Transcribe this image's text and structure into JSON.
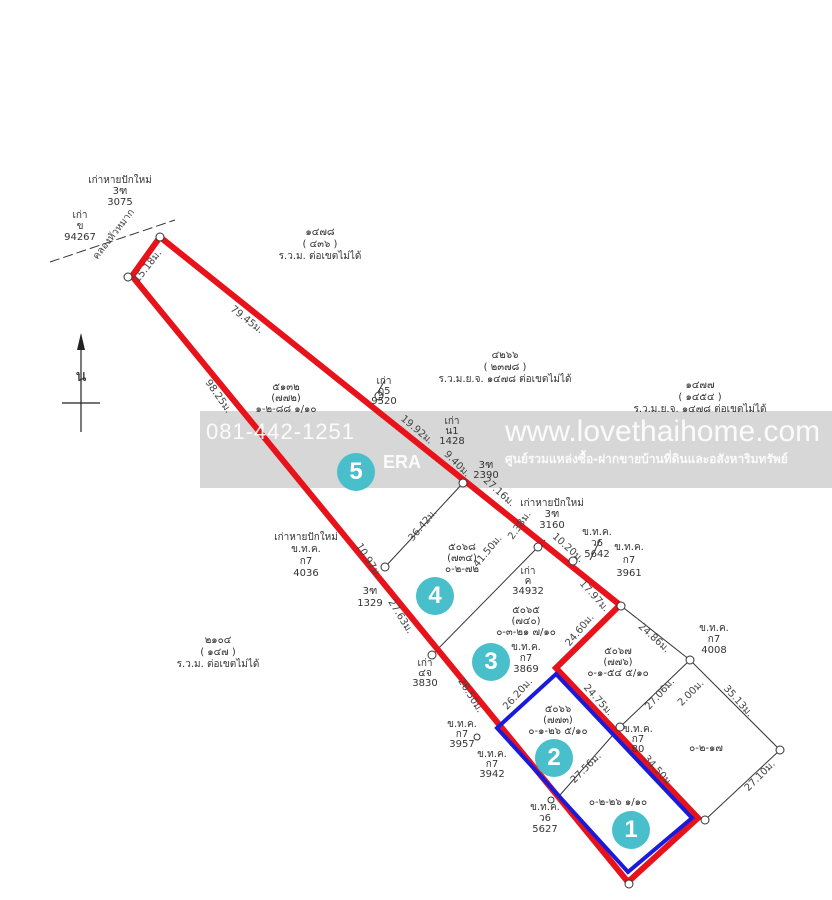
{
  "watermark": {
    "phone": "081-442-1251",
    "url": "www.lovethaihome.com",
    "subtitle": "ศูนย์รวมแหล่งซื้อ-ฝากขายบ้านที่ดินและอสังหาริมทรัพย์",
    "logo": "ERA"
  },
  "colors": {
    "plot_outline": "#e8121a",
    "selected_outline": "#1a1adc",
    "badge": "#48bfcb"
  },
  "plots": [
    {
      "number": "5"
    },
    {
      "number": "4"
    },
    {
      "number": "3"
    },
    {
      "number": "2"
    },
    {
      "number": "1"
    }
  ],
  "north": {
    "label": "น"
  },
  "labels": [
    {
      "id": "parcel-1478-top",
      "lines": [
        "๑๔๗๘",
        "( ๔๓๖ )",
        "ร.ว.ม. ต่อเขตไม่ได้"
      ]
    },
    {
      "id": "parcel-4266",
      "lines": [
        "๔๒๖๖",
        "( ๒๓๗๘ )",
        "ร.ว.ม.ย.จ. ๑๔๗๘ ต่อเขตไม่ได้"
      ]
    },
    {
      "id": "parcel-1477",
      "lines": [
        "๑๔๗๗",
        "( ๑๔๕๔ )",
        "ร.ว.ม.ย.จ. ๑๔๗๘ ต่อเขตไม่ได้"
      ]
    },
    {
      "id": "parcel-5132",
      "lines": [
        "๕๑๓๒",
        "(๗๗๒)",
        "๑-๒-๘๘ ๑/๑๐"
      ]
    },
    {
      "id": "marker-3075",
      "lines": [
        "เก่าหายปักใหม่",
        "3ฑ",
        "3075"
      ]
    },
    {
      "id": "marker-94267",
      "lines": [
        "เก่า",
        "ข",
        "94267"
      ]
    },
    {
      "id": "marker-9520",
      "lines": [
        "เก่า",
        "ฎ5",
        "9520"
      ]
    },
    {
      "id": "marker-1428",
      "lines": [
        "เก่า",
        "น1",
        "1428"
      ]
    },
    {
      "id": "marker-2390",
      "lines": [
        "3ฑ",
        "2390"
      ]
    },
    {
      "id": "marker-3160",
      "lines": [
        "เก่าหายปักใหม่",
        "3ฑ",
        "3160"
      ]
    },
    {
      "id": "marker-5642",
      "lines": [
        "ข.ท.ค.",
        "ว6",
        "5642"
      ]
    },
    {
      "id": "marker-3961",
      "lines": [
        "ข.ท.ค.",
        "ก7",
        "3961"
      ]
    },
    {
      "id": "parcel-5068",
      "lines": [
        "๕๐๖๘",
        "(๗๓๔)",
        "๐-๒-๗๒"
      ]
    },
    {
      "id": "marker-4036",
      "lines": [
        "เก่าหายปักใหม่",
        "ข.ท.ค.",
        "ก7",
        "4036"
      ]
    },
    {
      "id": "marker-1329",
      "lines": [
        "3ฑ",
        "1329"
      ]
    },
    {
      "id": "marker-3830",
      "lines": [
        "เก่า",
        "๔จ",
        "3830"
      ]
    },
    {
      "id": "marker-34932",
      "lines": [
        "เก่า",
        "ค",
        "34932"
      ]
    },
    {
      "id": "parcel-5065",
      "lines": [
        "๕๐๖๕",
        "(๗๔๐)",
        "๐-๓-๒๑ ๗/๑๐"
      ]
    },
    {
      "id": "marker-3869",
      "lines": [
        "ข.ท.ค.",
        "ก7",
        "3869"
      ]
    },
    {
      "id": "marker-4008",
      "lines": [
        "ข.ท.ค.",
        "ก7",
        "4008"
      ]
    },
    {
      "id": "parcel-5067",
      "lines": [
        "๕๐๖๗",
        "(๗๗๖)",
        "๐-๑-๕๔ ๕/๑๐"
      ]
    },
    {
      "id": "marker-3957",
      "lines": [
        "ข.ท.ค.",
        "ก7",
        "3957"
      ]
    },
    {
      "id": "marker-3942",
      "lines": [
        "ข.ท.ค.",
        "ก7",
        "3942"
      ]
    },
    {
      "id": "parcel-5066",
      "lines": [
        "๕๐๖๖",
        "(๗๗๓)",
        "๐-๑-๒๖ ๕/๑๐"
      ]
    },
    {
      "id": "marker-80",
      "lines": [
        "ข.ท.ค.",
        "ก7",
        "80"
      ]
    },
    {
      "id": "parcel-area-0217",
      "lines": [
        "๐-๒-๑๗"
      ]
    },
    {
      "id": "parcel-area-0226",
      "lines": [
        "๐-๒-๒๖ ๑/๑๐"
      ]
    },
    {
      "id": "marker-5627",
      "lines": [
        "ข.ท.ค.",
        "ว6",
        "5627"
      ]
    },
    {
      "id": "parcel-2104",
      "lines": [
        "๒๑๐๔",
        "( ๑๔๗ )",
        "ร.ว.ม. ต่อเขตไม่ได้"
      ]
    }
  ],
  "dimensions": [
    {
      "id": "canal",
      "text": "คลองหัวหมาก"
    },
    {
      "id": "d1518",
      "text": "15.18ม."
    },
    {
      "id": "d7945",
      "text": "79.45ม."
    },
    {
      "id": "d9825",
      "text": "98.25ม."
    },
    {
      "id": "d1992",
      "text": "19.92ม."
    },
    {
      "id": "d940",
      "text": "9.40ม."
    },
    {
      "id": "d2716",
      "text": "27.16ม."
    },
    {
      "id": "d1020",
      "text": "10.20ม."
    },
    {
      "id": "d238",
      "text": "2.38ม."
    },
    {
      "id": "d1797",
      "text": "17.97ม."
    },
    {
      "id": "d3642",
      "text": "36.42ม."
    },
    {
      "id": "d1097",
      "text": "10.97ม."
    },
    {
      "id": "d2763",
      "text": "27.63ม."
    },
    {
      "id": "d4150",
      "text": "41.50ม."
    },
    {
      "id": "d2460",
      "text": "24.60ม."
    },
    {
      "id": "d2486",
      "text": "24.86ม."
    },
    {
      "id": "d2650",
      "text": "26.50ม."
    },
    {
      "id": "d2620",
      "text": "26.20ม."
    },
    {
      "id": "d2475",
      "text": "24.75ม."
    },
    {
      "id": "d2706",
      "text": "27.06ม."
    },
    {
      "id": "d200",
      "text": "2.00ม."
    },
    {
      "id": "d3513",
      "text": "35.13ม."
    },
    {
      "id": "d2756",
      "text": "27.56ม."
    },
    {
      "id": "d3450",
      "text": "34.50ม."
    },
    {
      "id": "d2710",
      "text": "27.10ม."
    }
  ]
}
